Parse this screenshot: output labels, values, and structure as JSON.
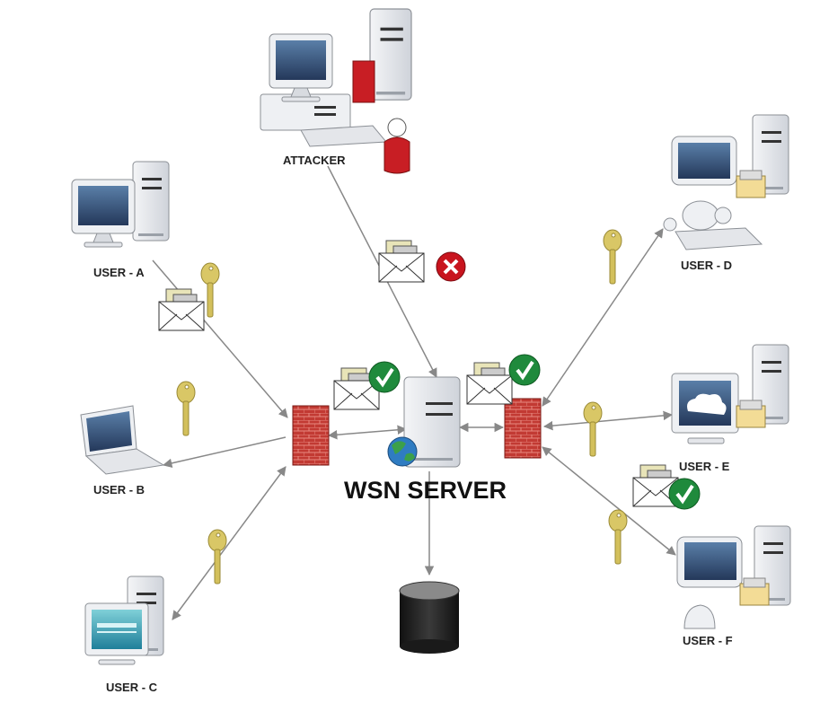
{
  "diagram": {
    "title": "WSN SERVER",
    "nodes": {
      "attacker": {
        "label": "ATTACKER"
      },
      "user_a": {
        "label": "USER - A"
      },
      "user_b": {
        "label": "USER - B"
      },
      "user_c": {
        "label": "USER - C"
      },
      "user_d": {
        "label": "USER - D"
      },
      "user_e": {
        "label": "USER - E"
      },
      "user_f": {
        "label": "USER - F"
      },
      "server": {
        "label": "WSN SERVER"
      },
      "database": {
        "label": ""
      }
    },
    "icons": {
      "key": "key-icon",
      "envelope": "envelope-icon",
      "approved": "check-icon",
      "rejected": "x-icon",
      "firewall": "firewall-icon",
      "globe": "globe-icon"
    },
    "colors": {
      "line": "#8a8a8a",
      "firewall": "#c0302c",
      "check": "#1f8a3c",
      "reject": "#c8141e",
      "key": "#d9c766",
      "screen": "#3c5a86",
      "case": "#e6e8ec",
      "database": "#2a2a2a"
    }
  }
}
